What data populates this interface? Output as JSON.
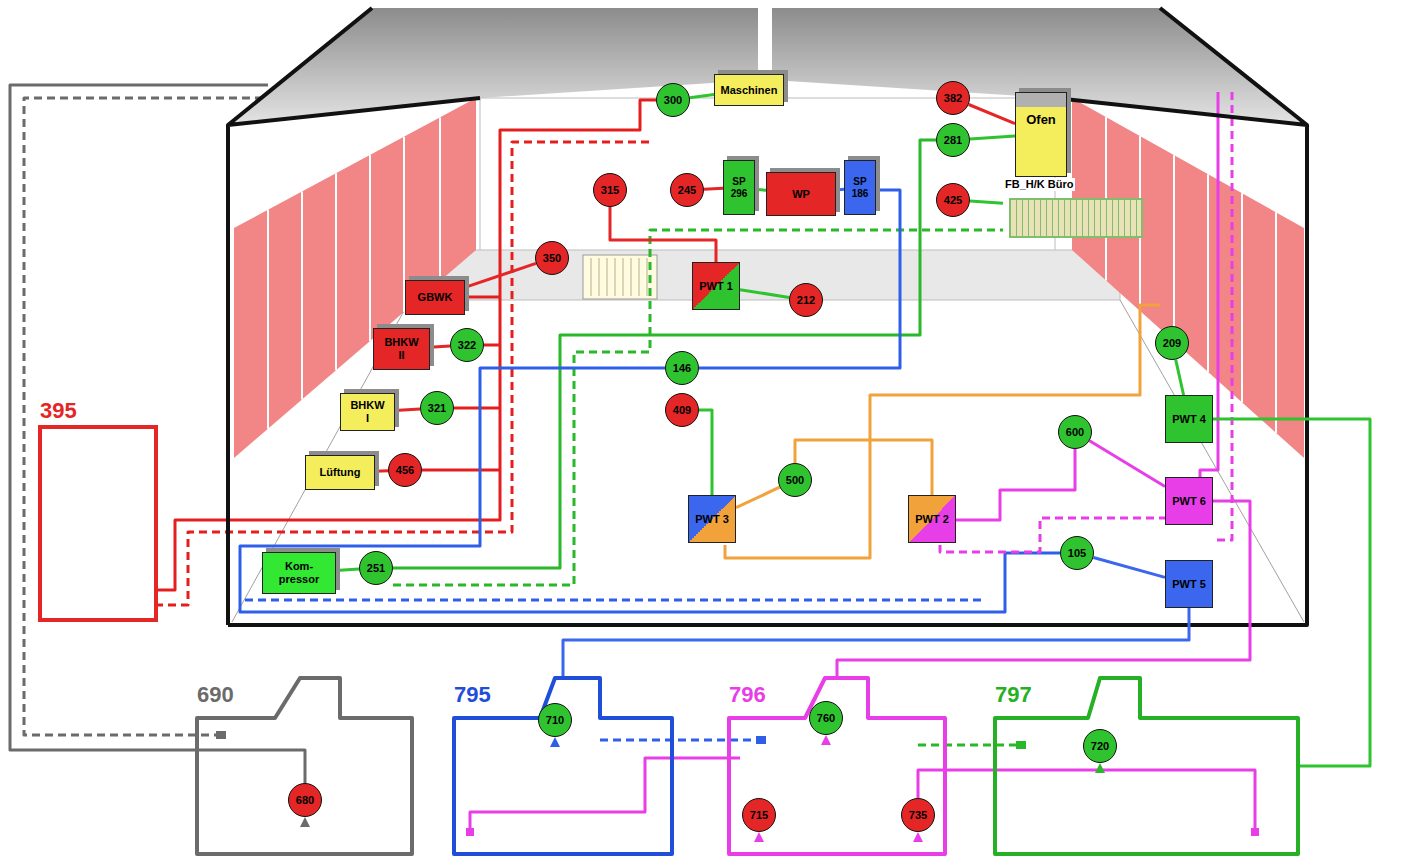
{
  "diagram": {
    "nodes": [
      {
        "text": [
          "Maschinen"
        ]
      },
      {
        "text": [
          "300"
        ]
      },
      {
        "text": [
          "382"
        ]
      },
      {
        "text": [
          "Ofen"
        ]
      },
      {
        "text": [
          "281"
        ]
      },
      {
        "text": [
          "315"
        ]
      },
      {
        "text": [
          "245"
        ]
      },
      {
        "text": [
          "SP 296"
        ]
      },
      {
        "text": [
          "WP"
        ]
      },
      {
        "text": [
          "SP 186"
        ]
      },
      {
        "text": [
          "425"
        ]
      },
      {
        "text": [
          "FB_H/K Büro"
        ]
      },
      {
        "text": [
          "350"
        ]
      },
      {
        "text": [
          "GBWK"
        ]
      },
      {
        "text": [
          "PWT 1"
        ]
      },
      {
        "text": [
          "212"
        ]
      },
      {
        "text": [
          "BHKW II"
        ]
      },
      {
        "text": [
          "322"
        ]
      },
      {
        "text": [
          "146"
        ]
      },
      {
        "text": [
          "BHKW I"
        ]
      },
      {
        "text": [
          "321"
        ]
      },
      {
        "text": [
          "409"
        ]
      },
      {
        "text": [
          "209"
        ]
      },
      {
        "text": [
          "395"
        ]
      },
      {
        "text": [
          "Lüftung"
        ]
      },
      {
        "text": [
          "456"
        ]
      },
      {
        "text": [
          "600"
        ]
      },
      {
        "text": [
          "500"
        ]
      },
      {
        "text": [
          "PWT 4"
        ]
      },
      {
        "text": [
          "PWT 3"
        ]
      },
      {
        "text": [
          "PWT 2"
        ]
      },
      {
        "text": [
          "PWT 6"
        ]
      },
      {
        "text": [
          "105"
        ]
      },
      {
        "text": [
          "PWT 5"
        ]
      },
      {
        "text": [
          "Kom- pressor"
        ]
      },
      {
        "text": [
          "251"
        ]
      },
      {
        "text": [
          "690"
        ]
      },
      {
        "text": [
          "680"
        ],
        "in": 36
      },
      {
        "text": [
          "795"
        ]
      },
      {
        "text": [
          "710"
        ],
        "in": 38
      },
      {
        "text": [
          "796"
        ]
      },
      {
        "text": [
          "760"
        ],
        "in": 40
      },
      {
        "text": [
          "715"
        ],
        "in": 40
      },
      {
        "text": [
          "735"
        ],
        "in": 40
      },
      {
        "text": [
          "797"
        ]
      },
      {
        "text": [
          "720"
        ],
        "in": 44
      }
    ],
    "edges": [
      {
        "from": 1,
        "to": 0,
        "arrow": "none"
      },
      {
        "from": 2,
        "to": 3,
        "arrow": "none"
      },
      {
        "from": 4,
        "to": 3,
        "arrow": "none"
      },
      {
        "from": 6,
        "to": 7,
        "arrow": "none"
      },
      {
        "from": 7,
        "to": 8,
        "arrow": "none"
      },
      {
        "from": 8,
        "to": 9,
        "arrow": "none"
      },
      {
        "from": 10,
        "to": 11,
        "arrow": "none"
      },
      {
        "from": 5,
        "to": 14,
        "arrow": "none"
      },
      {
        "from": 12,
        "to": 13,
        "arrow": "none"
      },
      {
        "from": 15,
        "to": 14,
        "arrow": "none"
      },
      {
        "from": 17,
        "to": 16,
        "arrow": "none"
      },
      {
        "from": 20,
        "to": 19,
        "arrow": "none"
      },
      {
        "from": 25,
        "to": 24,
        "arrow": "none"
      },
      {
        "from": 35,
        "to": 34,
        "arrow": "none"
      },
      {
        "from": 21,
        "to": 29,
        "arrow": "none"
      },
      {
        "from": 27,
        "to": 29,
        "arrow": "none"
      },
      {
        "from": 27,
        "to": 30,
        "arrow": "none"
      },
      {
        "from": 22,
        "to": 28,
        "arrow": "none"
      },
      {
        "from": 26,
        "to": 31,
        "arrow": "none"
      },
      {
        "from": 32,
        "to": 33,
        "arrow": "none"
      },
      {
        "from": 33,
        "to": 38,
        "arrow": "none"
      },
      {
        "from": 31,
        "to": 40,
        "arrow": "none"
      },
      {
        "from": 28,
        "to": 44,
        "arrow": "none"
      }
    ]
  }
}
